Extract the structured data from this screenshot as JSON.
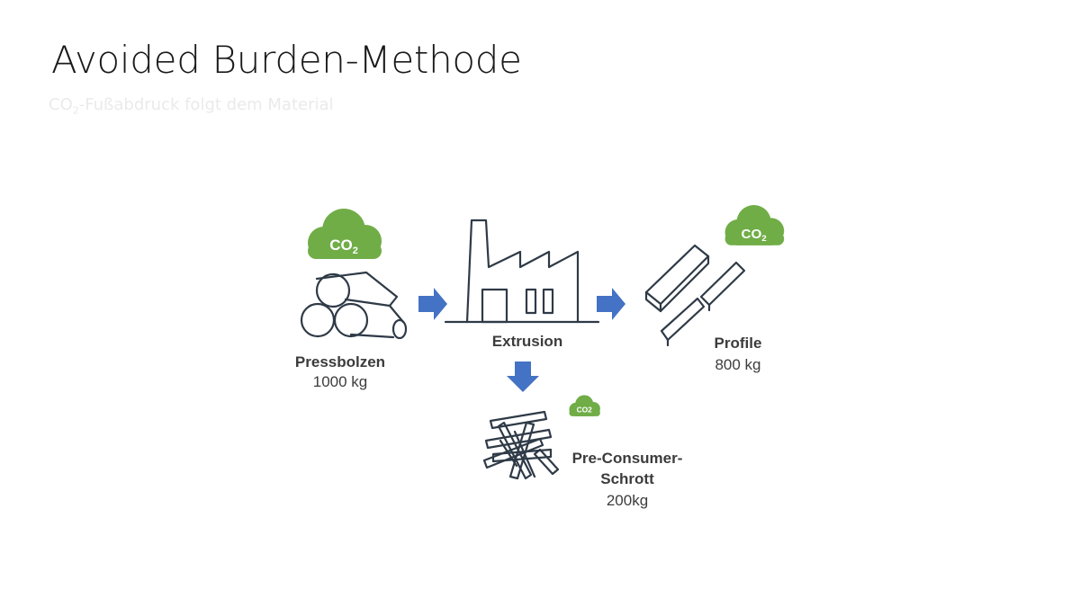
{
  "title": "Avoided Burden-Methode",
  "subtitle": {
    "prefix": "CO",
    "sub": "2",
    "rest": "-Fußabdruck folgt dem Material"
  },
  "co2": {
    "main": "CO",
    "sub": "2",
    "small": "CO2"
  },
  "nodes": {
    "pressbolzen": {
      "name": "Pressbolzen",
      "amount": "1000 kg"
    },
    "extrusion": {
      "name": "Extrusion"
    },
    "profile": {
      "name": "Profile",
      "amount": "800 kg"
    },
    "scrap": {
      "name_line1": "Pre-Consumer-",
      "name_line2": "Schrott",
      "amount": "200kg"
    }
  },
  "colors": {
    "cloud": "#70ad47",
    "arrow": "#4472c4",
    "line": "#2f3a47",
    "text": "#3c3c3c"
  }
}
